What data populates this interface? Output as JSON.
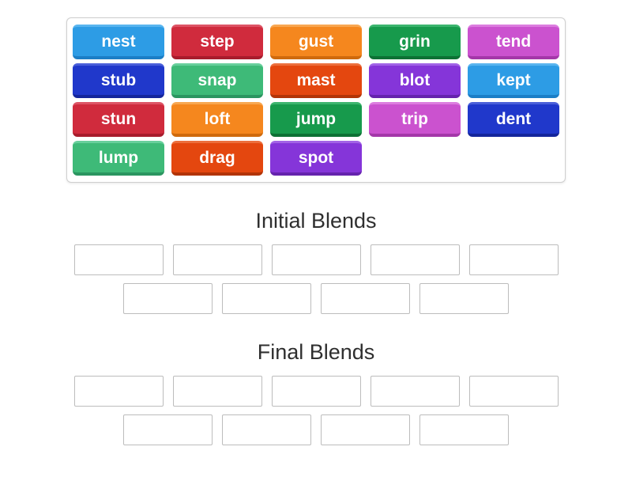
{
  "word_bank": {
    "tiles": [
      {
        "label": "nest",
        "color": "blue"
      },
      {
        "label": "step",
        "color": "red"
      },
      {
        "label": "gust",
        "color": "orange"
      },
      {
        "label": "grin",
        "color": "green"
      },
      {
        "label": "tend",
        "color": "orchid"
      },
      {
        "label": "stub",
        "color": "royal_blue"
      },
      {
        "label": "snap",
        "color": "sea_green"
      },
      {
        "label": "mast",
        "color": "orange_red"
      },
      {
        "label": "blot",
        "color": "purple"
      },
      {
        "label": "kept",
        "color": "blue"
      },
      {
        "label": "stun",
        "color": "red"
      },
      {
        "label": "loft",
        "color": "orange"
      },
      {
        "label": "jump",
        "color": "green"
      },
      {
        "label": "trip",
        "color": "orchid"
      },
      {
        "label": "dent",
        "color": "royal_blue"
      },
      {
        "label": "lump",
        "color": "sea_green"
      },
      {
        "label": "drag",
        "color": "orange_red"
      },
      {
        "label": "spot",
        "color": "purple"
      }
    ]
  },
  "palette": {
    "blue": {
      "base": "#2d9ce5",
      "light": "#59b5ef",
      "dark": "#1b7ec6"
    },
    "red": {
      "base": "#d02b3d",
      "light": "#dd5465",
      "dark": "#a81c2c"
    },
    "orange": {
      "base": "#f5871e",
      "light": "#f8a751",
      "dark": "#cf6a0d"
    },
    "green": {
      "base": "#179a4c",
      "light": "#3cb56e",
      "dark": "#0d7134"
    },
    "orchid": {
      "base": "#cb52cf",
      "light": "#dc7ddf",
      "dark": "#a437a9"
    },
    "royal_blue": {
      "base": "#2038cb",
      "light": "#4a5fd9",
      "dark": "#14259b"
    },
    "sea_green": {
      "base": "#3eba78",
      "light": "#68cf9c",
      "dark": "#2b9560"
    },
    "orange_red": {
      "base": "#e4470f",
      "light": "#ec6f3d",
      "dark": "#b23407"
    },
    "purple": {
      "base": "#8535d9",
      "light": "#a263e6",
      "dark": "#6523ad"
    }
  },
  "sections": [
    {
      "title": "Initial Blends",
      "slot_rows": [
        5,
        4
      ]
    },
    {
      "title": "Final Blends",
      "slot_rows": [
        5,
        4
      ]
    }
  ],
  "styles": {
    "heading_color": "#2f2f2f",
    "slot_border_color": "#bcbcbc",
    "bank_border_color": "#cfcfcf"
  }
}
